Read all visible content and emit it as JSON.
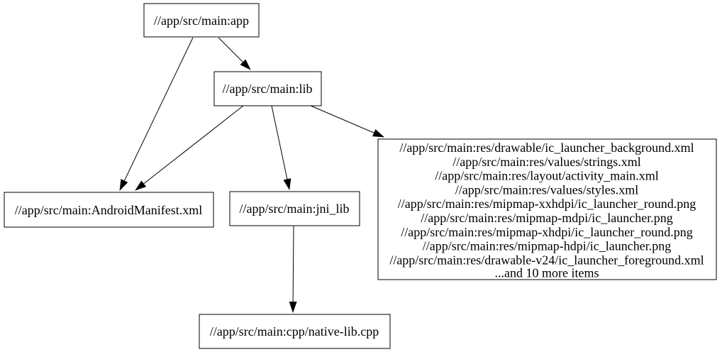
{
  "diagram": {
    "kind": "build-dependency-graph",
    "background_color": "#ffffff",
    "node_fill_color": "#ffffff",
    "node_border_color": "#000000",
    "edge_color": "#000000",
    "nodes": {
      "app": {
        "label": "//app/src/main:app"
      },
      "lib": {
        "label": "//app/src/main:lib"
      },
      "android_manifest": {
        "label": "//app/src/main:AndroidManifest.xml"
      },
      "jni_lib": {
        "label": "//app/src/main:jni_lib"
      },
      "native_lib_cpp": {
        "label": "//app/src/main:cpp/native-lib.cpp"
      },
      "resources": {
        "lines": [
          "//app/src/main:res/drawable/ic_launcher_background.xml",
          "//app/src/main:res/values/strings.xml",
          "//app/src/main:res/layout/activity_main.xml",
          "//app/src/main:res/values/styles.xml",
          "//app/src/main:res/mipmap-xxhdpi/ic_launcher_round.png",
          "//app/src/main:res/mipmap-mdpi/ic_launcher.png",
          "//app/src/main:res/mipmap-xhdpi/ic_launcher_round.png",
          "//app/src/main:res/mipmap-hdpi/ic_launcher.png",
          "//app/src/main:res/drawable-v24/ic_launcher_foreground.xml",
          "...and 10 more items"
        ]
      }
    },
    "edges": [
      {
        "from": "app",
        "to": "android_manifest"
      },
      {
        "from": "app",
        "to": "lib"
      },
      {
        "from": "lib",
        "to": "android_manifest"
      },
      {
        "from": "lib",
        "to": "jni_lib"
      },
      {
        "from": "lib",
        "to": "resources"
      },
      {
        "from": "jni_lib",
        "to": "native_lib_cpp"
      }
    ]
  }
}
